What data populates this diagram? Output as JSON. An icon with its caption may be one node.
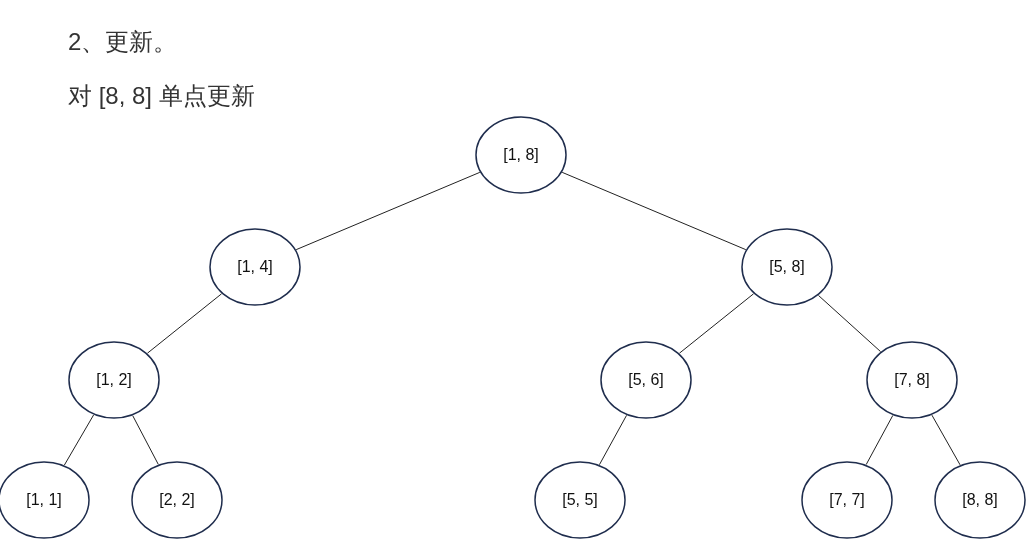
{
  "diagram": {
    "nodes": [
      {
        "text": [
          "[1, 8]"
        ]
      },
      {
        "text": [
          "[1, 4]"
        ]
      },
      {
        "text": [
          "[5, 8]"
        ]
      },
      {
        "text": [
          "[1, 2]"
        ]
      },
      {
        "text": [
          "[5, 6]"
        ]
      },
      {
        "text": [
          "[7, 8]"
        ]
      },
      {
        "text": [
          "[1, 1]"
        ]
      },
      {
        "text": [
          "[2, 2]"
        ]
      },
      {
        "text": [
          "[5, 5]"
        ]
      },
      {
        "text": [
          "[7, 7]"
        ]
      },
      {
        "text": [
          "[8, 8]"
        ]
      }
    ],
    "edges": [
      {
        "from": 0,
        "to": 1,
        "arrow": "none"
      },
      {
        "from": 0,
        "to": 2,
        "arrow": "none"
      },
      {
        "from": 1,
        "to": 3,
        "arrow": "none"
      },
      {
        "from": 2,
        "to": 4,
        "arrow": "none"
      },
      {
        "from": 2,
        "to": 5,
        "arrow": "none"
      },
      {
        "from": 3,
        "to": 6,
        "arrow": "none"
      },
      {
        "from": 3,
        "to": 7,
        "arrow": "none"
      },
      {
        "from": 4,
        "to": 8,
        "arrow": "none"
      },
      {
        "from": 5,
        "to": 9,
        "arrow": "none"
      },
      {
        "from": 5,
        "to": 10,
        "arrow": "none"
      }
    ],
    "labels": [
      "2、更新。",
      "对 [8, 8] 单点更新"
    ]
  }
}
